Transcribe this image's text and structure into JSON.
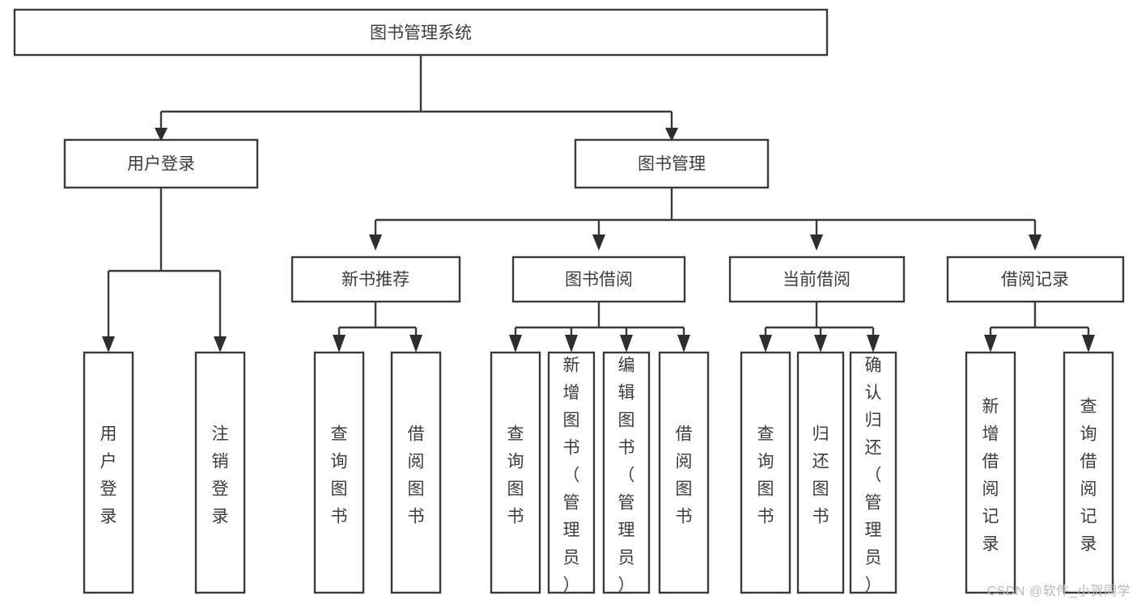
{
  "diagram": {
    "title": "图书管理系统",
    "type": "tree",
    "watermark": "CSDN @软件_小贺同学",
    "colors": {
      "box_stroke": "#3a3a3a",
      "box_fill": "#ffffff",
      "text": "#3c3c3c",
      "line": "#3a3a3a",
      "watermark": "#b9b9b9"
    },
    "levels": [
      {
        "level": 1,
        "nodes": [
          {
            "id": "root",
            "label": "图书管理系统",
            "orientation": "horizontal"
          }
        ]
      },
      {
        "level": 2,
        "nodes": [
          {
            "id": "login",
            "label": "用户登录",
            "orientation": "horizontal",
            "parent": "root"
          },
          {
            "id": "bookmgmt",
            "label": "图书管理",
            "orientation": "horizontal",
            "parent": "root"
          }
        ]
      },
      {
        "level": 3,
        "nodes": [
          {
            "id": "newbook",
            "label": "新书推荐",
            "orientation": "horizontal",
            "parent": "bookmgmt"
          },
          {
            "id": "borrow",
            "label": "图书借阅",
            "orientation": "horizontal",
            "parent": "bookmgmt"
          },
          {
            "id": "current",
            "label": "当前借阅",
            "orientation": "horizontal",
            "parent": "bookmgmt"
          },
          {
            "id": "records",
            "label": "借阅记录",
            "orientation": "horizontal",
            "parent": "bookmgmt"
          }
        ]
      },
      {
        "level": 4,
        "nodes": [
          {
            "id": "leaf1",
            "label": "用户登录",
            "orientation": "vertical",
            "parent": "login"
          },
          {
            "id": "leaf2",
            "label": "注销登录",
            "orientation": "vertical",
            "parent": "login"
          },
          {
            "id": "leaf3",
            "label": "查询图书",
            "orientation": "vertical",
            "parent": "newbook"
          },
          {
            "id": "leaf4",
            "label": "借阅图书",
            "orientation": "vertical",
            "parent": "newbook"
          },
          {
            "id": "leaf5",
            "label": "查询图书",
            "orientation": "vertical",
            "parent": "borrow"
          },
          {
            "id": "leaf6",
            "label": "新增图书（管理员）",
            "orientation": "vertical",
            "parent": "borrow"
          },
          {
            "id": "leaf7",
            "label": "编辑图书（管理员）",
            "orientation": "vertical",
            "parent": "borrow"
          },
          {
            "id": "leaf8",
            "label": "借阅图书",
            "orientation": "vertical",
            "parent": "borrow"
          },
          {
            "id": "leaf9",
            "label": "查询图书",
            "orientation": "vertical",
            "parent": "current"
          },
          {
            "id": "leaf10",
            "label": "归还图书",
            "orientation": "vertical",
            "parent": "current"
          },
          {
            "id": "leaf11",
            "label": "确认归还（管理员）",
            "orientation": "vertical",
            "parent": "current"
          },
          {
            "id": "leaf12",
            "label": "新增借阅记录",
            "orientation": "vertical",
            "parent": "records"
          },
          {
            "id": "leaf13",
            "label": "查询借阅记录",
            "orientation": "vertical",
            "parent": "records"
          }
        ]
      }
    ]
  }
}
